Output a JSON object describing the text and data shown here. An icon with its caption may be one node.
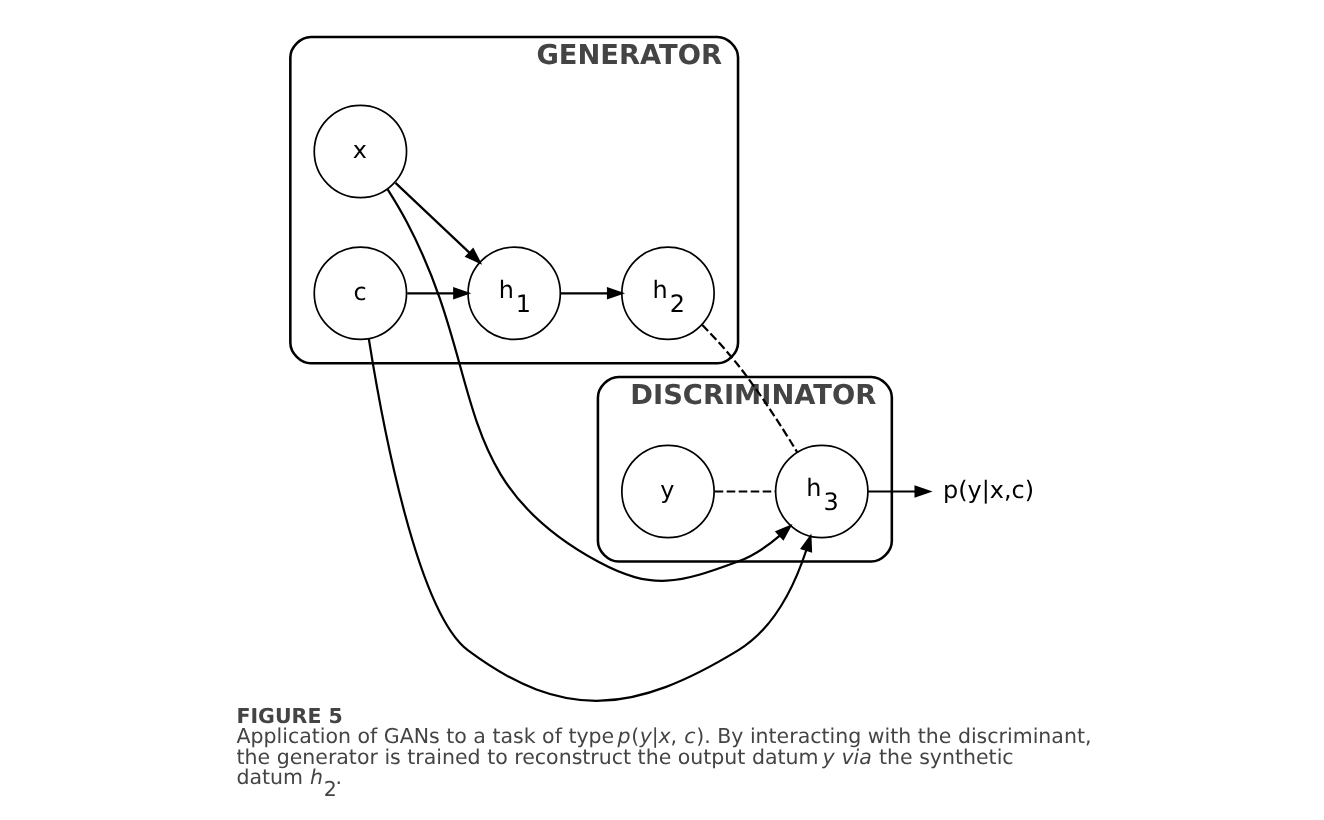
{
  "diagram": {
    "title": "FIGURE 5",
    "caption": "Application of GANs to a task of type *p*(*y*|*x*, *c*). By interacting with the discriminant, the generator is trained to reconstruct the output datum *y via* the synthetic datum *h*$_{2}$.",
    "nodes": [
      {
        "text": [
          "GENERATOR"
        ]
      },
      {
        "text": [
          "DISCRIMINATOR"
        ]
      },
      {
        "text": [
          "x"
        ],
        "in": 0
      },
      {
        "text": [
          "c"
        ],
        "in": 0
      },
      {
        "text": [
          "h$_{1}$"
        ],
        "in": 0
      },
      {
        "text": [
          "h$_{2}$"
        ],
        "in": 0
      },
      {
        "text": [
          "y"
        ],
        "in": 1
      },
      {
        "text": [
          "h$_{3}$"
        ],
        "in": 1
      },
      {
        "text": [
          "p(y|x,c)"
        ]
      }
    ],
    "edges": [
      {
        "from": 2,
        "to": 4,
        "arrow": "to"
      },
      {
        "from": 3,
        "to": 4,
        "arrow": "to"
      },
      {
        "from": 4,
        "to": 5,
        "arrow": "to"
      },
      {
        "from": 5,
        "to": 7,
        "arrow": "none",
        "style": "dashed"
      },
      {
        "from": 6,
        "to": 7,
        "arrow": "none",
        "style": "dashed"
      },
      {
        "from": 2,
        "to": 7,
        "arrow": "to"
      },
      {
        "from": 3,
        "to": 7,
        "arrow": "to"
      },
      {
        "from": 7,
        "to": 8,
        "arrow": "to"
      }
    ]
  }
}
